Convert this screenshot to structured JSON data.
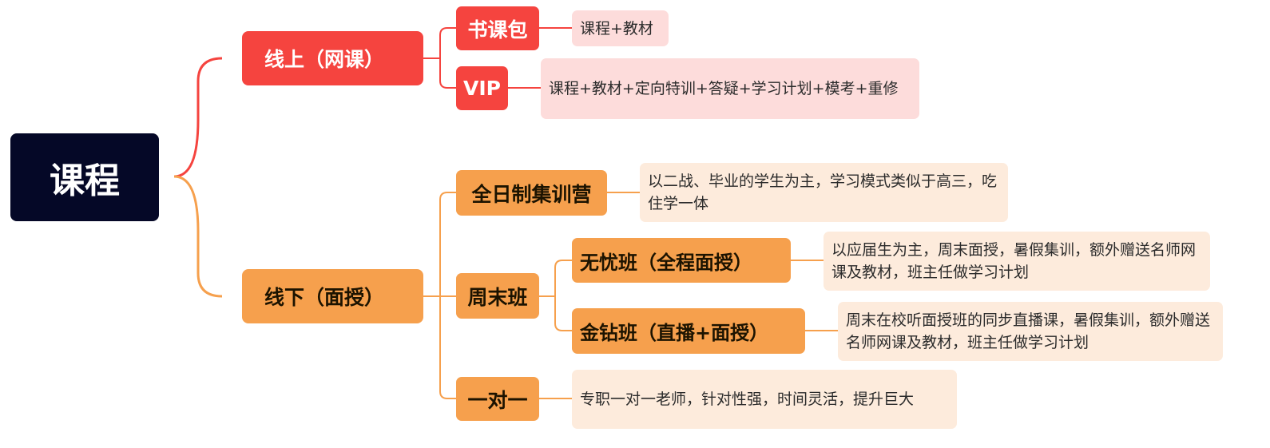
{
  "root": {
    "label": "课程"
  },
  "online": {
    "label": "线上（网课）",
    "children": [
      {
        "label": "书课包",
        "desc": "课程+教材"
      },
      {
        "label": "VIP",
        "desc": "课程+教材+定向特训+答疑+学习计划+模考+重修"
      }
    ]
  },
  "offline": {
    "label": "线下（面授）",
    "camp": {
      "label": "全日制集训营",
      "desc": "以二战、毕业的学生为主，学习模式类似于高三，吃住学一体"
    },
    "weekend": {
      "label": "周末班",
      "children": [
        {
          "label": "无忧班（全程面授）",
          "desc": "以应届生为主，周末面授，暑假集训，额外赠送名师网课及教材，班主任做学习计划"
        },
        {
          "label": "金钻班（直播+面授）",
          "desc": "周末在校听面授班的同步直播课，暑假集训，额外赠送名师网课及教材，班主任做学习计划"
        }
      ]
    },
    "oneonone": {
      "label": "一对一",
      "desc": "专职一对一老师，针对性强，时间灵活，提升巨大"
    }
  },
  "colors": {
    "root": "#050827",
    "online_branch": "#f5443f",
    "online_leaf": "#fddcdb",
    "offline_branch": "#f6a04d",
    "offline_leaf": "#fdebdc"
  }
}
